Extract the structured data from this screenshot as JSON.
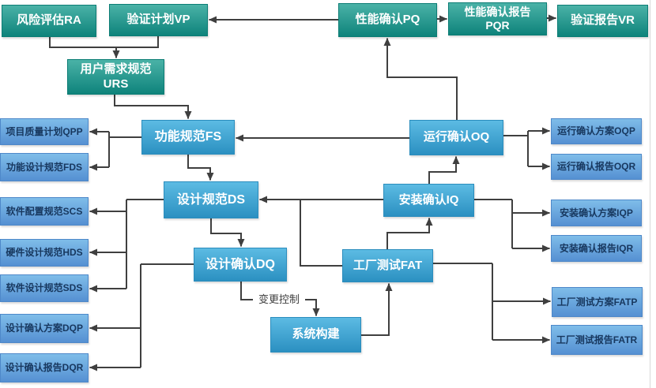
{
  "diagram": {
    "nodes": {
      "ra": {
        "label": "风险评估RA"
      },
      "vp": {
        "label": "验证计划VP"
      },
      "urs": {
        "label": "用户需求规范\nURS"
      },
      "pq": {
        "label": "性能确认PQ"
      },
      "pqr": {
        "label": "性能确认报告\nPQR"
      },
      "vr": {
        "label": "验证报告VR"
      },
      "fs": {
        "label": "功能规范FS"
      },
      "ds": {
        "label": "设计规范DS"
      },
      "dq": {
        "label": "设计确认DQ"
      },
      "build": {
        "label": "系统构建"
      },
      "fat": {
        "label": "工厂测试FAT"
      },
      "iq": {
        "label": "安装确认IQ"
      },
      "oq": {
        "label": "运行确认OQ"
      },
      "qpp": {
        "label": "项目质量计划QPP"
      },
      "fds": {
        "label": "功能设计规范FDS"
      },
      "scs": {
        "label": "软件配置规范SCS"
      },
      "hds": {
        "label": "硬件设计规范HDS"
      },
      "sds": {
        "label": "软件设计规范SDS"
      },
      "dqp": {
        "label": "设计确认方案DQP"
      },
      "dqr": {
        "label": "设计确认报告DQR"
      },
      "oqp": {
        "label": "运行确认方案OQP"
      },
      "oqr": {
        "label": "运行确认报告OQR"
      },
      "iqp": {
        "label": "安装确认方案IQP"
      },
      "iqr": {
        "label": "安装确认报告IQR"
      },
      "fatp": {
        "label": "工厂测试方案FATP"
      },
      "fatr": {
        "label": "工厂测试报告FATR"
      }
    },
    "edge_labels": {
      "change_control": "变更控制"
    },
    "colors": {
      "teal_box_top": "#4ab2a7",
      "teal_box_bottom": "#0e837b",
      "process_box_top": "#5cbbe3",
      "process_box_bottom": "#2b90c1",
      "document_box_top": "#7fbde9",
      "document_box_bottom": "#5590d2",
      "document_text": "#17375e",
      "connector_line": "#3f3f3f",
      "background": "#ffffff"
    }
  }
}
